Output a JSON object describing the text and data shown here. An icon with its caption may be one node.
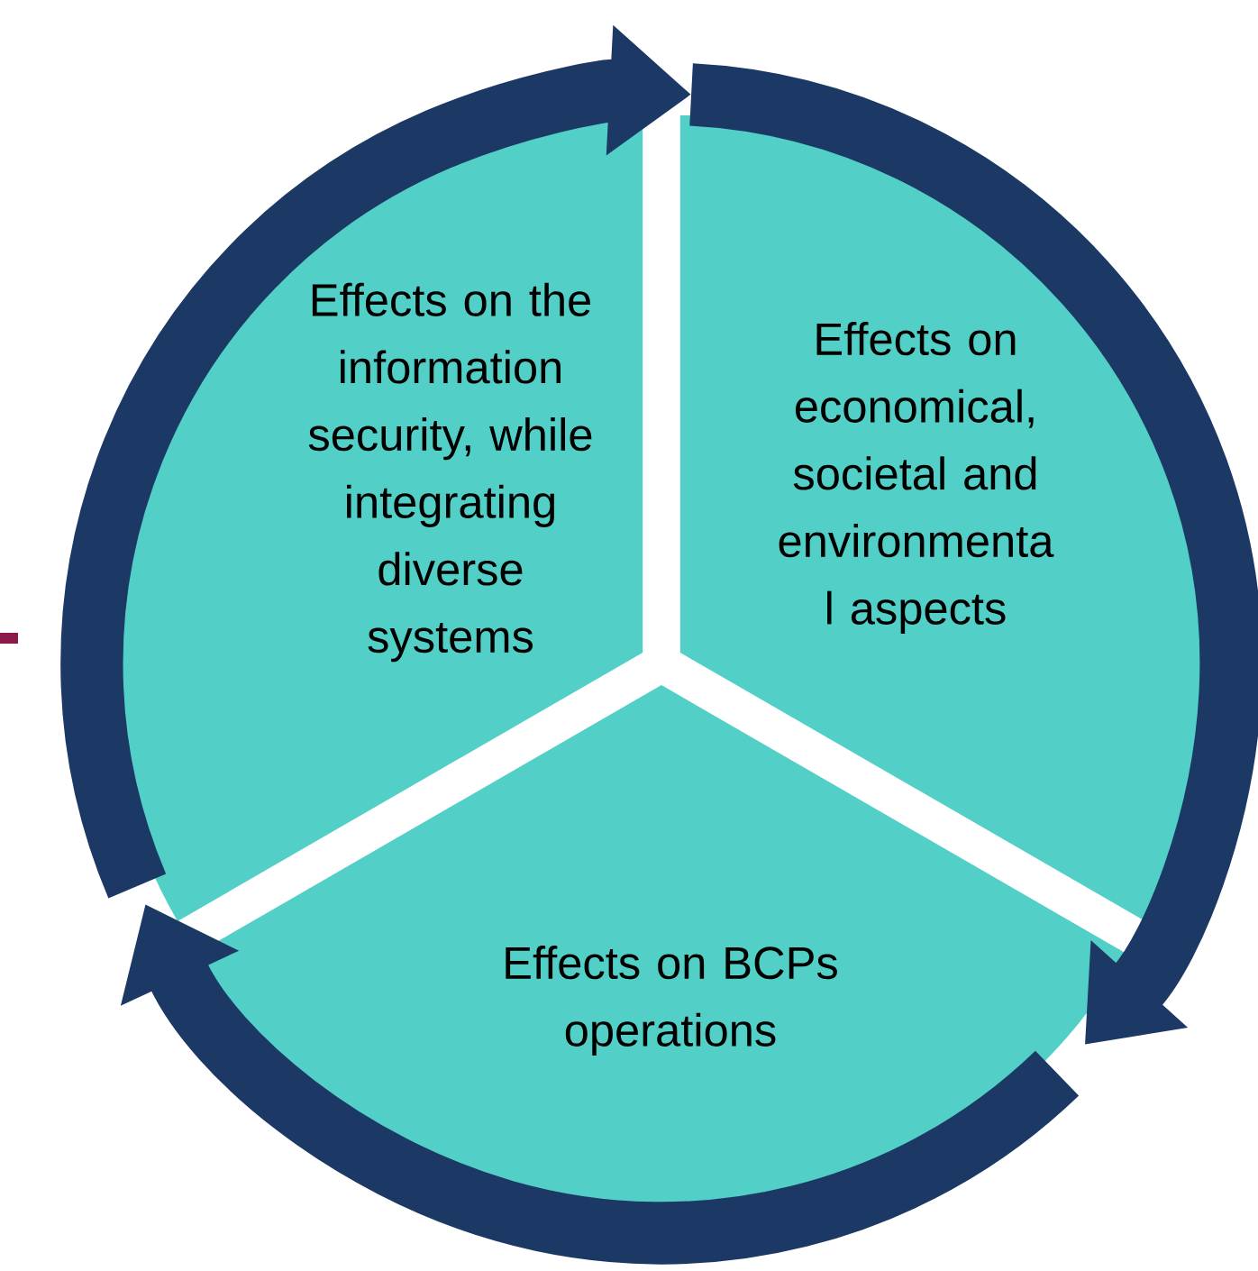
{
  "diagram": {
    "nodes": [
      {
        "text": [
          "Effects on the information security, while integrating diverse systems"
        ]
      },
      {
        "text": [
          "Effects on economical, societal and environmenta l aspects"
        ]
      },
      {
        "text": [
          "Effects on BCPs operations"
        ]
      }
    ],
    "edges": [
      {
        "from": 0,
        "to": 1,
        "arrow": "to"
      },
      {
        "from": 1,
        "to": 2,
        "arrow": "to"
      },
      {
        "from": 2,
        "to": 0,
        "arrow": "to"
      }
    ]
  }
}
